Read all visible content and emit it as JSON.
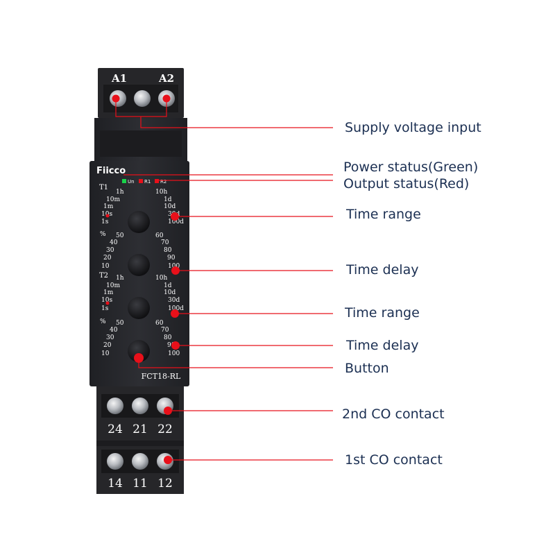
{
  "device": {
    "brand": "Fiicco",
    "model": "FCT18-RL",
    "top_terminals": [
      "A1",
      "A2"
    ],
    "led_labels": [
      "Un",
      "R1",
      "R2"
    ],
    "channel_labels": [
      "T1",
      "T2"
    ],
    "range_left": [
      "1h",
      "10m",
      "1m",
      "10s",
      "1s"
    ],
    "range_right": [
      "10h",
      "1d",
      "10d",
      "30d",
      "100d"
    ],
    "delay_left": [
      "%",
      "50",
      "40",
      "30",
      "20",
      "10"
    ],
    "delay_right": [
      "60",
      "70",
      "80",
      "90",
      "100"
    ],
    "bottom_terminals_upper": [
      "24",
      "21",
      "22"
    ],
    "bottom_terminals_lower": [
      "14",
      "11",
      "12"
    ],
    "colors": {
      "body": "#2a2b2f",
      "label": "#ffffff",
      "marker": "#e8101a",
      "callout_text": "#1b2f52",
      "led_green": "#19d24a"
    }
  },
  "callouts": [
    {
      "key": "supply",
      "label": "Supply voltage input"
    },
    {
      "key": "power",
      "label": "Power status(Green)"
    },
    {
      "key": "output",
      "label": "Output status(Red)"
    },
    {
      "key": "range1",
      "label": "Time range"
    },
    {
      "key": "delay1",
      "label": "Time delay"
    },
    {
      "key": "range2",
      "label": "Time range"
    },
    {
      "key": "delay2",
      "label": "Time delay"
    },
    {
      "key": "button",
      "label": "Button"
    },
    {
      "key": "co2",
      "label": "2nd CO contact"
    },
    {
      "key": "co1",
      "label": "1st CO contact"
    }
  ]
}
